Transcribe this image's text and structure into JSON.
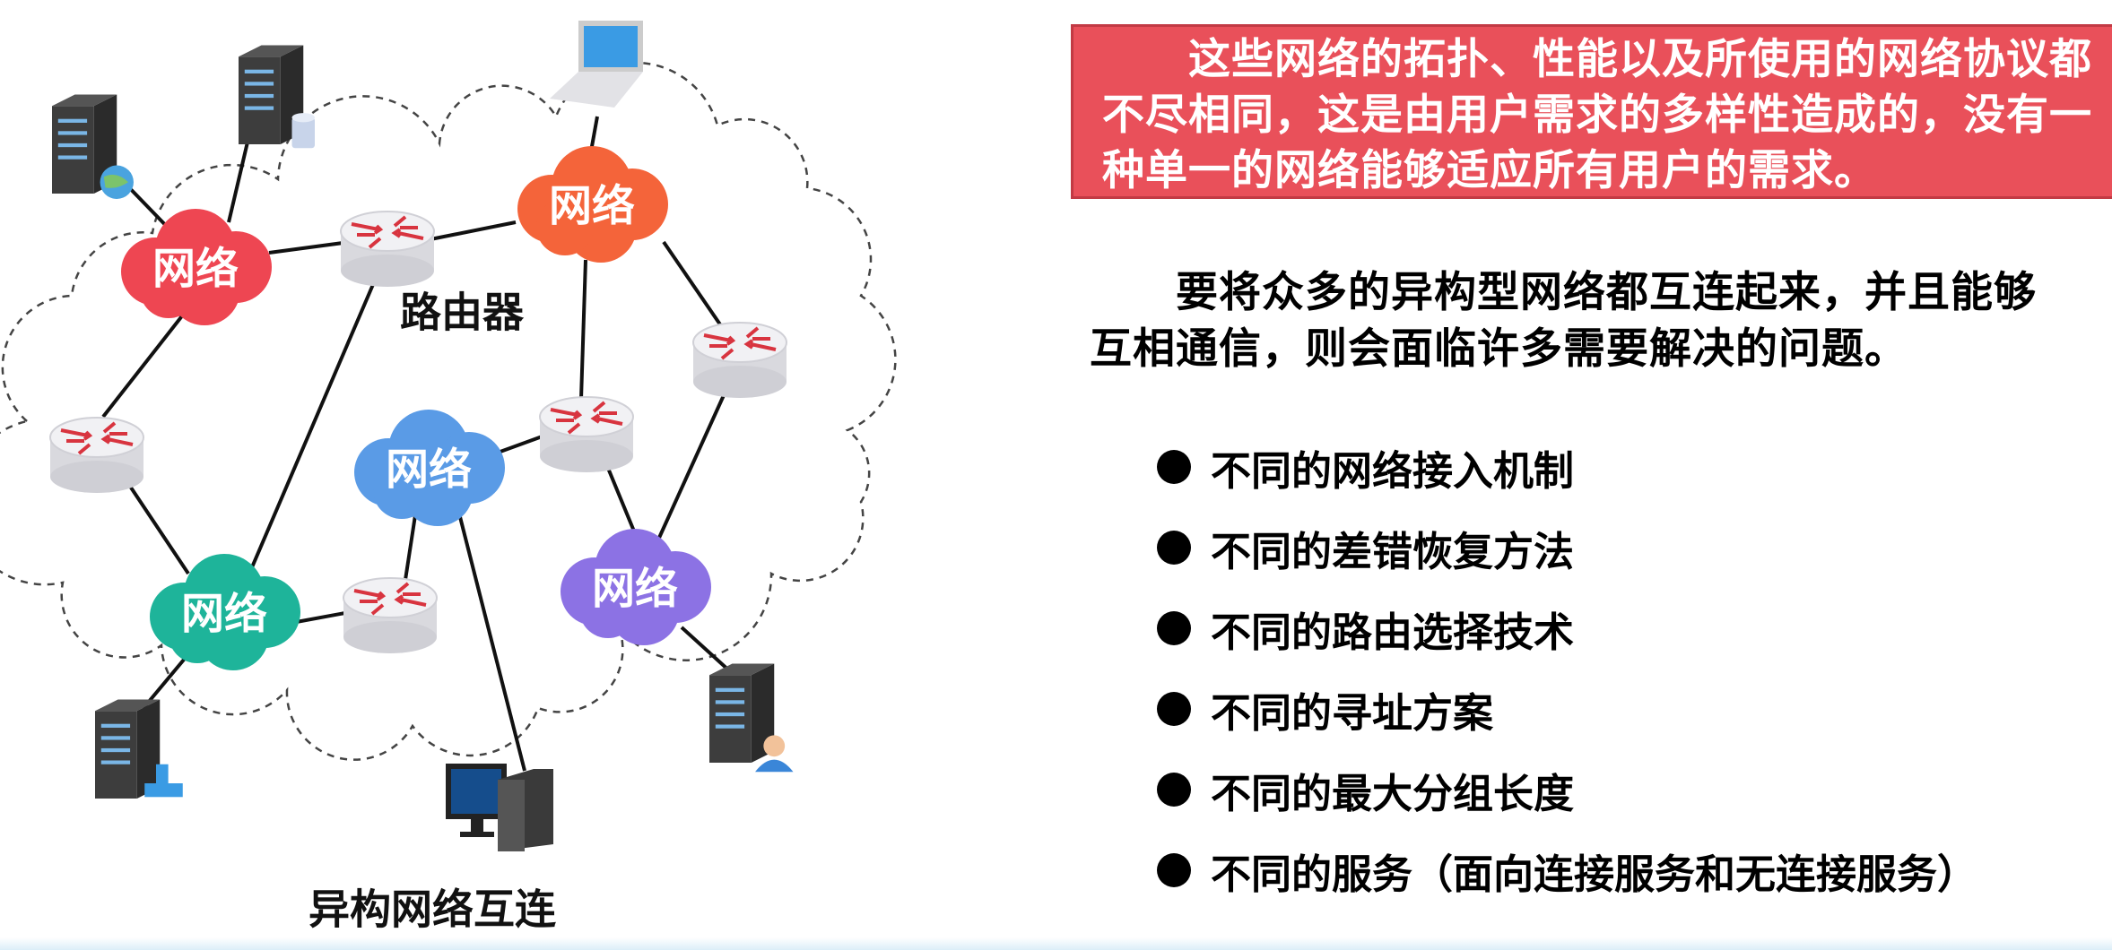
{
  "diagram": {
    "network_label": "网络",
    "router_label": "路由器",
    "caption": "异构网络互连"
  },
  "colors": {
    "red_network": "#ee4652",
    "orange_network": "#f4643a",
    "blue_network": "#5a9be6",
    "teal_network": "#1eb49a",
    "purple_network": "#8c72e4",
    "note_background": "#e9505a"
  },
  "note": {
    "text": "这些网络的拓扑、性能以及所使用的网络协议都不尽相同，这是由用户需求的多样性造成的，没有一种单一的网络能够适应所有用户的需求。"
  },
  "intro": {
    "text": "要将众多的异构型网络都互连起来，并且能够互相通信，则会面临许多需要解决的问题。"
  },
  "issues": [
    "不同的网络接入机制",
    "不同的差错恢复方法",
    "不同的路由选择技术",
    "不同的寻址方案",
    "不同的最大分组长度",
    "不同的服务（面向连接服务和无连接服务）"
  ]
}
